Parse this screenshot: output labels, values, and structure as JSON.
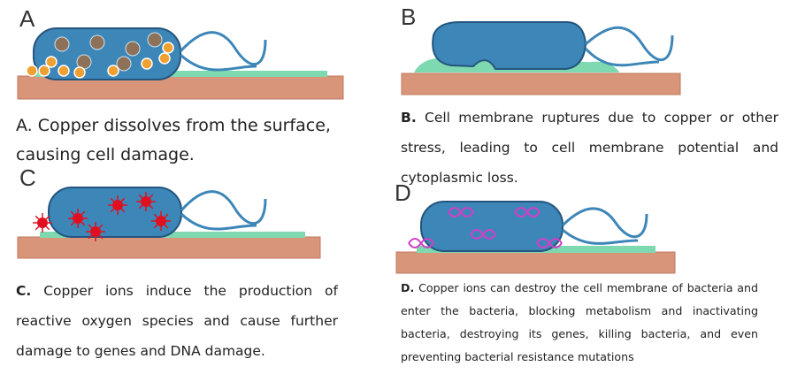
{
  "panels": [
    {
      "letter": "A",
      "bold_prefix": "",
      "caption": "A. Copper dissolves from the surface, causing cell damage."
    },
    {
      "letter": "B",
      "bold_prefix": "B.",
      "caption": " Cell membrane ruptures due to copper or other stress, leading to cell membrane potential and cytoplasmic loss."
    },
    {
      "letter": "C",
      "bold_prefix": "C.",
      "caption": " Copper ions induce the production of reactive oxygen species and cause further damage to genes and DNA damage."
    },
    {
      "letter": "D",
      "bold_prefix": "D.",
      "caption": " Copper ions can destroy the cell membrane of bacteria and enter the bacteria, blocking metabolism and inactivating bacteria, destroying its genes, killing bacteria, and even preventing bacterial resistance mutations"
    }
  ],
  "colors": {
    "surface": "#d9957a",
    "film": "#7fd9b0",
    "cell": "#3d86b8",
    "cell_dark": "#2a5f8a",
    "copper": "#f0a030",
    "ros": "#e01020",
    "dna": "#d040c8"
  }
}
